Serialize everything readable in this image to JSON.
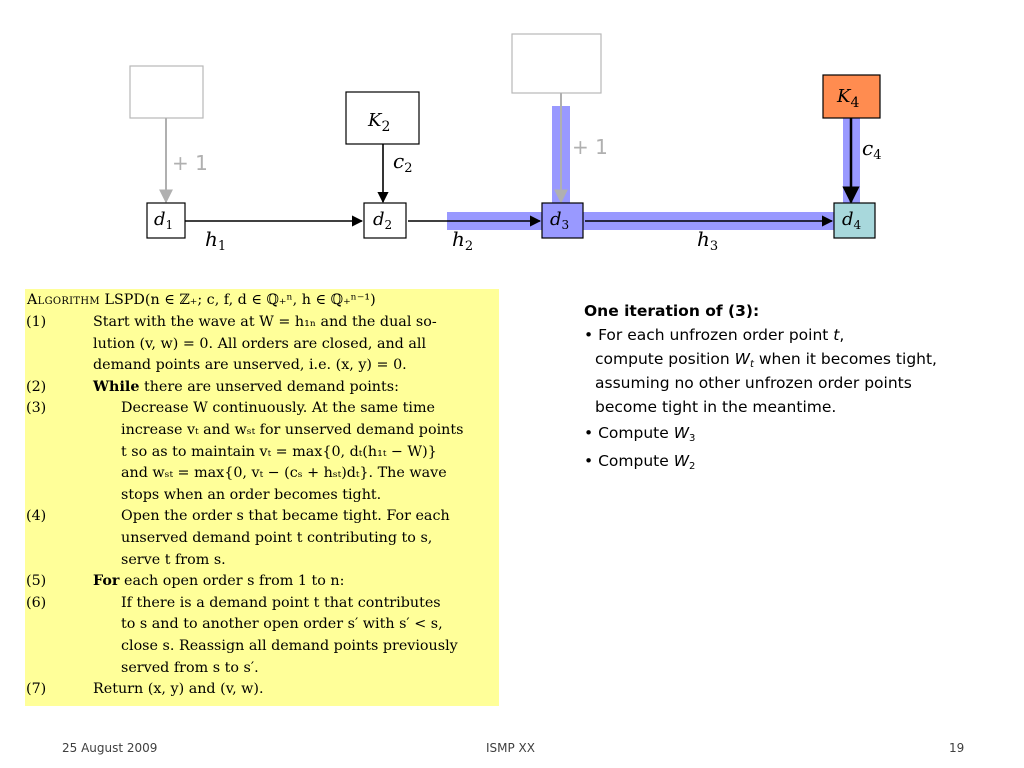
{
  "diagram": {
    "nodes": {
      "d1": {
        "base": "d",
        "sub": "1"
      },
      "d2": {
        "base": "d",
        "sub": "2"
      },
      "d3": {
        "base": "d",
        "sub": "3"
      },
      "d4": {
        "base": "d",
        "sub": "4"
      },
      "K2": {
        "base": "K",
        "sub": "2"
      },
      "K4": {
        "base": "K",
        "sub": "4"
      }
    },
    "edge_labels": {
      "h1": {
        "base": "h",
        "sub": "1"
      },
      "h2": {
        "base": "h",
        "sub": "2"
      },
      "h3": {
        "base": "h",
        "sub": "3"
      },
      "c2": {
        "base": "c",
        "sub": "2"
      },
      "c4": {
        "base": "c",
        "sub": "4"
      }
    },
    "plus_one_a": "+ 1",
    "plus_one_b": "+ 1",
    "colors": {
      "highlight_blue": "#9999ff",
      "d3_fill": "#9999ff",
      "d4_fill": "#a8d8dc",
      "K4_fill": "#ff8c50",
      "gray": "#b0b0b0"
    }
  },
  "algorithm": {
    "keyword": "Algorithm",
    "header": " LSPD(n ∈ ℤ₊; c, f, d ∈ ℚ₊ⁿ, h ∈ ℚ₊ⁿ⁻¹)",
    "steps": [
      {
        "num": "(1)",
        "text": "Start with the wave at W = h₁ₙ and the dual so-"
      },
      {
        "num": "",
        "text": "lution (v, w) = 0.  All orders are closed, and all"
      },
      {
        "num": "",
        "text": "demand points are unserved, i.e. (x, y) = 0."
      },
      {
        "num": "(2)",
        "bold": "While",
        "text": " there are unserved demand points:"
      },
      {
        "num": "(3)",
        "text": "Decrease W continuously.  At the same time"
      },
      {
        "num": "",
        "text": "increase vₜ and wₛₜ for unserved demand points"
      },
      {
        "num": "",
        "text": "t so as to maintain vₜ = max{0, dₜ(h₁ₜ − W)}"
      },
      {
        "num": "",
        "text": "and wₛₜ = max{0, vₜ − (cₛ + hₛₜ)dₜ}. The wave"
      },
      {
        "num": "",
        "text": "stops when an order becomes tight."
      },
      {
        "num": "(4)",
        "text": "Open the order s that became tight. For each"
      },
      {
        "num": "",
        "text": "unserved demand point t contributing to s,"
      },
      {
        "num": "",
        "text": "serve t from s."
      },
      {
        "num": "(5)",
        "bold": "For",
        "text": " each open order s from 1 to n:"
      },
      {
        "num": "(6)",
        "text": "If there is a demand point t that contributes"
      },
      {
        "num": "",
        "text": "to s and to another open order s′ with s′ < s,"
      },
      {
        "num": "",
        "text": "close s. Reassign all demand points previously"
      },
      {
        "num": "",
        "text": "served from s to s′."
      },
      {
        "num": "(7)",
        "text": "Return (x, y) and (v, w)."
      }
    ]
  },
  "side": {
    "title": "One iteration of (3):",
    "b1_l1_pre": "• For each unfrozen order point ",
    "b1_l1_var": "t",
    "b1_l1_post": ",",
    "b1_l2_pre": "compute position ",
    "b1_l2_var": "W",
    "b1_l2_sub": "t",
    "b1_l2_post": " when it becomes tight,",
    "b1_l3": "assuming no other unfrozen order points",
    "b1_l4": "become tight in the meantime.",
    "b2_pre": "• Compute ",
    "b2_var": "W",
    "b2_sub": "3",
    "b3_pre": "• Compute ",
    "b3_var": "W",
    "b3_sub": "2"
  },
  "footer": {
    "date": "25 August 2009",
    "event": "ISMP XX",
    "page": "19"
  }
}
